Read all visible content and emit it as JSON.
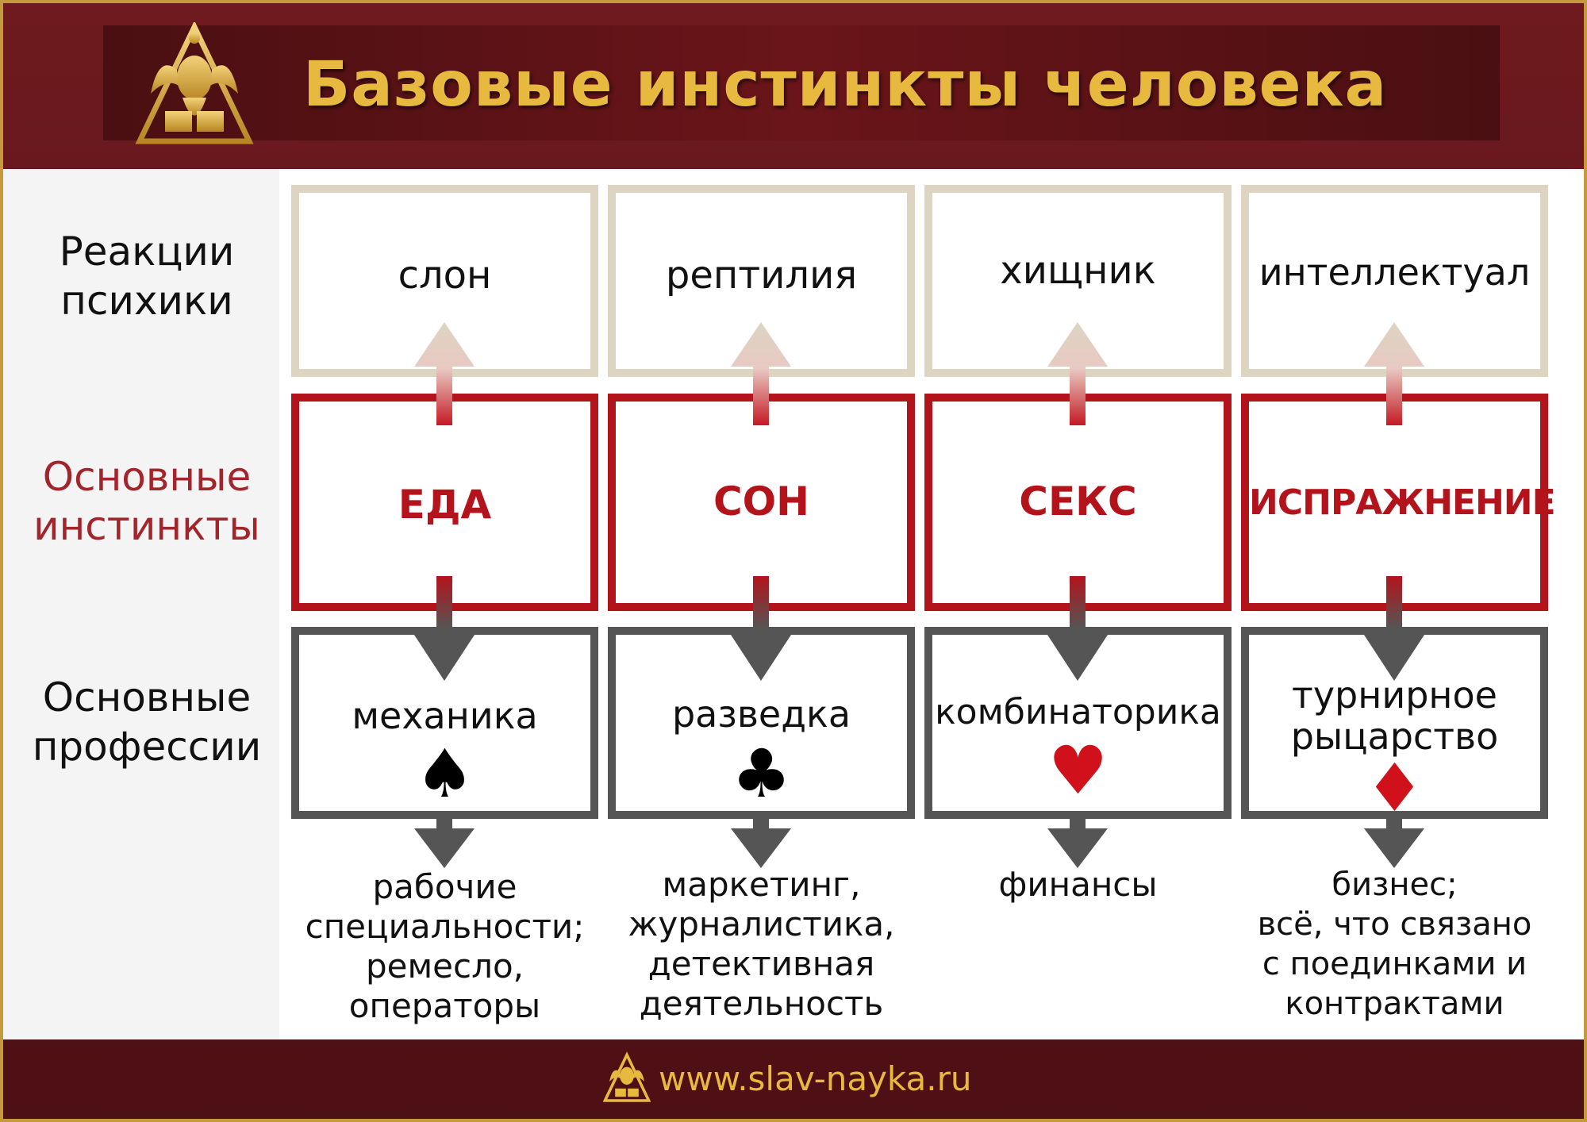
{
  "header": {
    "title": "Базовые инстинкты человека"
  },
  "row_labels": {
    "reactions": [
      "Реакции",
      "психики"
    ],
    "instincts": [
      "Основные",
      "инстинкты"
    ],
    "professions": [
      "Основные",
      "профессии"
    ]
  },
  "columns": [
    {
      "reaction": "слон",
      "instinct": "ЕДА",
      "profession": [
        "механика"
      ],
      "suit_symbol": "♠",
      "suit_color": "#000000",
      "description": [
        "рабочие",
        "специальности;",
        "ремесло,",
        "операторы"
      ]
    },
    {
      "reaction": "рептилия",
      "instinct": "СОН",
      "profession": [
        "разведка"
      ],
      "suit_symbol": "♣",
      "suit_color": "#000000",
      "description": [
        "маркетинг,",
        "журналистика,",
        "детективная",
        "деятельность"
      ]
    },
    {
      "reaction": "хищник",
      "instinct": "СЕКС",
      "profession": [
        "комбинаторика"
      ],
      "suit_symbol": "♥",
      "suit_color": "#d0101b",
      "description": [
        "финансы"
      ]
    },
    {
      "reaction": "интеллектуал",
      "instinct": "ИСПРАЖНЕНИЕ",
      "profession": [
        "турнирное",
        "рыцарство"
      ],
      "suit_symbol": "♦",
      "suit_color": "#d0101b",
      "description": [
        "бизнес;",
        "всё, что связано",
        "с поединками и",
        "контрактами"
      ]
    }
  ],
  "footer": {
    "url": "www.slav-nayka.ru"
  },
  "colors": {
    "background": "#5a1418",
    "gold": "#e7b93e",
    "instinct_red": "#b3141c",
    "reaction_border": "#ddd4c2",
    "profession_border": "#555555"
  }
}
